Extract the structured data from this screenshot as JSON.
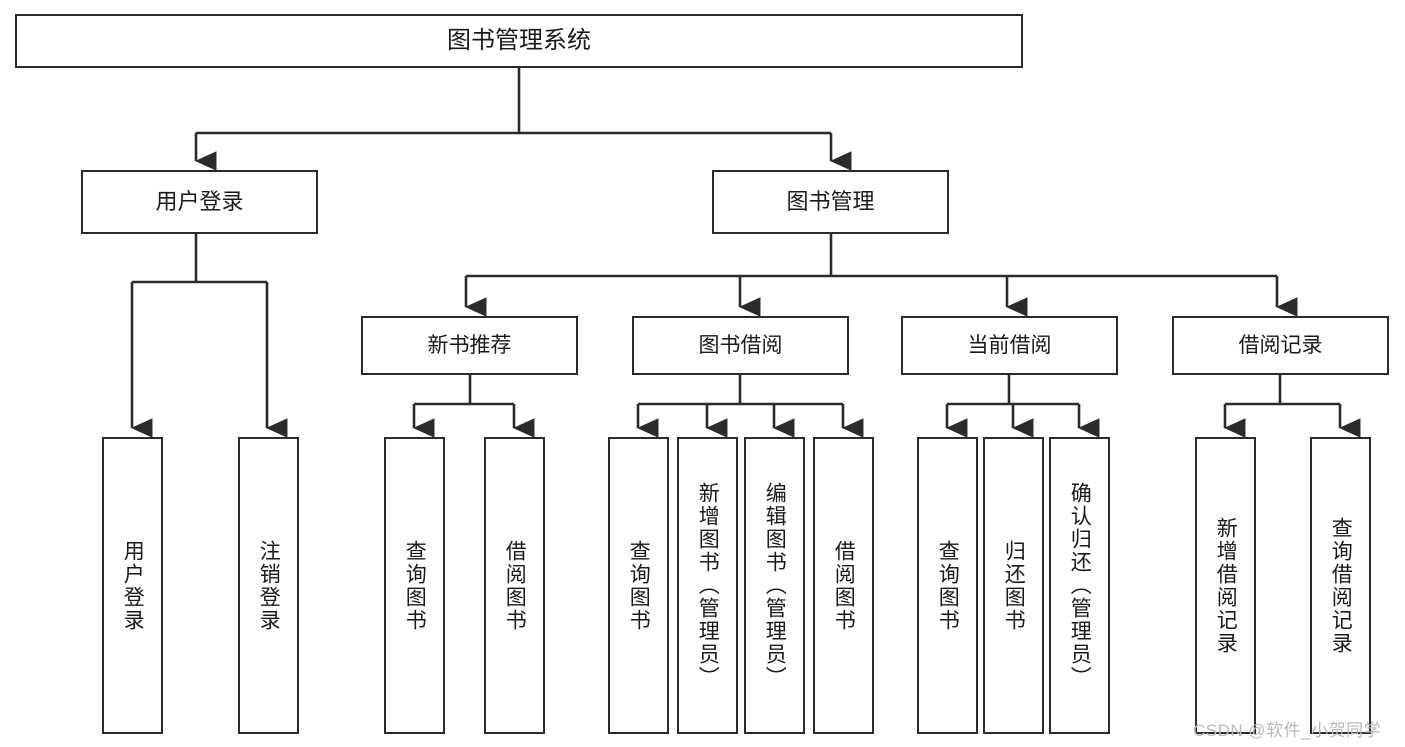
{
  "diagram": {
    "title": "图书管理系统",
    "type": "hierarchy-tree",
    "root": {
      "id": "root",
      "label": "图书管理系统"
    },
    "level1": [
      {
        "id": "user-login",
        "label": "用户登录"
      },
      {
        "id": "book-management",
        "label": "图书管理"
      }
    ],
    "level2": [
      {
        "id": "new-book-recommend",
        "label": "新书推荐",
        "parent": "book-management"
      },
      {
        "id": "book-borrow",
        "label": "图书借阅",
        "parent": "book-management"
      },
      {
        "id": "current-borrow",
        "label": "当前借阅",
        "parent": "book-management"
      },
      {
        "id": "borrow-record",
        "label": "借阅记录",
        "parent": "book-management"
      }
    ],
    "leaves": [
      {
        "id": "leaf-user-login",
        "label": "用户登录",
        "parent": "user-login"
      },
      {
        "id": "leaf-logout-login",
        "label": "注销登录",
        "parent": "user-login"
      },
      {
        "id": "leaf-query-book-1",
        "label": "查询图书",
        "parent": "new-book-recommend"
      },
      {
        "id": "leaf-borrow-book-1",
        "label": "借阅图书",
        "parent": "new-book-recommend"
      },
      {
        "id": "leaf-query-book-2",
        "label": "查询图书",
        "parent": "book-borrow"
      },
      {
        "id": "leaf-add-book",
        "label": "新增图书（管理员）",
        "parent": "book-borrow"
      },
      {
        "id": "leaf-edit-book",
        "label": "编辑图书（管理员）",
        "parent": "book-borrow"
      },
      {
        "id": "leaf-borrow-book-2",
        "label": "借阅图书",
        "parent": "book-borrow"
      },
      {
        "id": "leaf-query-book-3",
        "label": "查询图书",
        "parent": "current-borrow"
      },
      {
        "id": "leaf-return-book",
        "label": "归还图书",
        "parent": "current-borrow"
      },
      {
        "id": "leaf-confirm-return",
        "label": "确认归还（管理员）",
        "parent": "current-borrow"
      },
      {
        "id": "leaf-add-record",
        "label": "新增借阅记录",
        "parent": "borrow-record"
      },
      {
        "id": "leaf-query-record",
        "label": "查询借阅记录",
        "parent": "borrow-record"
      }
    ],
    "colors": {
      "stroke": "#2b2b2b",
      "fill": "#ffffff",
      "text": "#1a1a1a",
      "watermark": "#b9b9b9"
    }
  },
  "watermark": {
    "text": "CSDN @软件_小贺同学"
  }
}
